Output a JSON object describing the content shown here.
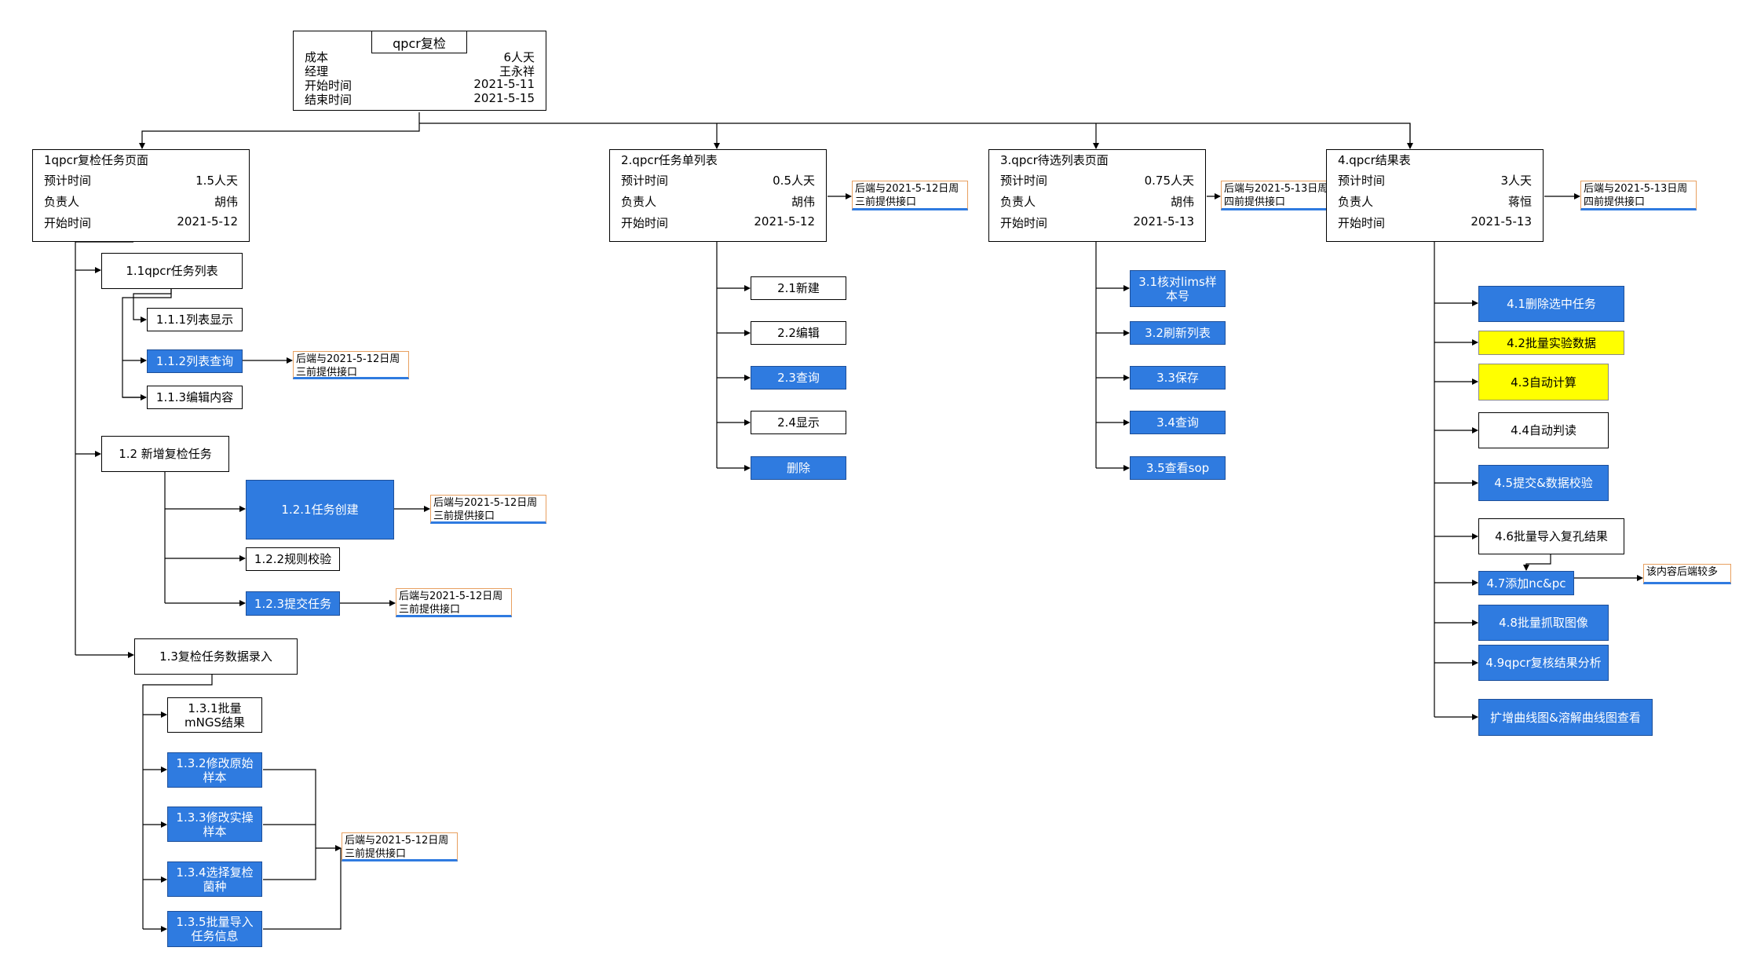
{
  "root": {
    "title": "qpcr复检",
    "rows": [
      {
        "k": "成本",
        "v": "6人天"
      },
      {
        "k": "经理",
        "v": "王永祥"
      },
      {
        "k": "开始时间",
        "v": "2021-5-11"
      },
      {
        "k": "结束时间",
        "v": "2021-5-15"
      }
    ]
  },
  "sections": [
    {
      "title": "1qpcr复检任务页面",
      "rows": [
        {
          "k": "预计时间",
          "v": "1.5人天"
        },
        {
          "k": "负责人",
          "v": "胡伟"
        },
        {
          "k": "开始时间",
          "v": "2021-5-12"
        }
      ]
    },
    {
      "title": "2.qpcr任务单列表",
      "rows": [
        {
          "k": "预计时间",
          "v": "0.5人天"
        },
        {
          "k": "负责人",
          "v": "胡伟"
        },
        {
          "k": "开始时间",
          "v": "2021-5-12"
        }
      ],
      "note": "后端与2021-5-12日周三前提供接口"
    },
    {
      "title": "3.qpcr待选列表页面",
      "rows": [
        {
          "k": "预计时间",
          "v": "0.75人天"
        },
        {
          "k": "负责人",
          "v": "胡伟"
        },
        {
          "k": "开始时间",
          "v": "2021-5-13"
        }
      ],
      "note": "后端与2021-5-13日周四前提供接口"
    },
    {
      "title": "4.qpcr结果表",
      "rows": [
        {
          "k": "预计时间",
          "v": "3人天"
        },
        {
          "k": "负责人",
          "v": "蒋恒"
        },
        {
          "k": "开始时间",
          "v": "2021-5-13"
        }
      ],
      "note": "后端与2021-5-13日周四前提供接口"
    }
  ],
  "s1": {
    "n11": "1.1qpcr任务列表",
    "n111": "1.1.1列表显示",
    "n112": "1.1.2列表查询",
    "n112_note": "后端与2021-5-12日周三前提供接口",
    "n113": "1.1.3编辑内容",
    "n12": "1.2 新增复检任务",
    "n121": "1.2.1任务创建",
    "n121_note": "后端与2021-5-12日周三前提供接口",
    "n122": "1.2.2规则校验",
    "n123": "1.2.3提交任务",
    "n123_note": "后端与2021-5-12日周三前提供接口",
    "n13": "1.3复检任务数据录入",
    "n131": "1.3.1批量mNGS结果",
    "n132": "1.3.2修改原始样本",
    "n133": "1.3.3修改实操样本",
    "n134": "1.3.4选择复检菌种",
    "n135": "1.3.5批量导入任务信息",
    "n13x_note": "后端与2021-5-12日周三前提供接口"
  },
  "s2": {
    "n21": "2.1新建",
    "n22": "2.2编辑",
    "n23": "2.3查询",
    "n24": "2.4显示",
    "n25": "删除"
  },
  "s3": {
    "n31": "3.1核对lims样本号",
    "n32": "3.2刷新列表",
    "n33": "3.3保存",
    "n34": "3.4查询",
    "n35": "3.5查看sop"
  },
  "s4": {
    "n41": "4.1删除选中任务",
    "n42": "4.2批量实验数据",
    "n43": "4.3自动计算",
    "n44": "4.4自动判读",
    "n45": "4.5提交&数据校验",
    "n46": "4.6批量导入复孔结果",
    "n47": "4.7添加nc&pc",
    "n47_note": "该内容后端较多",
    "n48": "4.8批量抓取图像",
    "n49": "4.9qpcr复核结果分析",
    "n4x": "扩增曲线图&溶解曲线图查看"
  },
  "colors": {
    "blue": "#2f7be0",
    "yellow": "#ffff00",
    "note_border": "#e8a060"
  }
}
